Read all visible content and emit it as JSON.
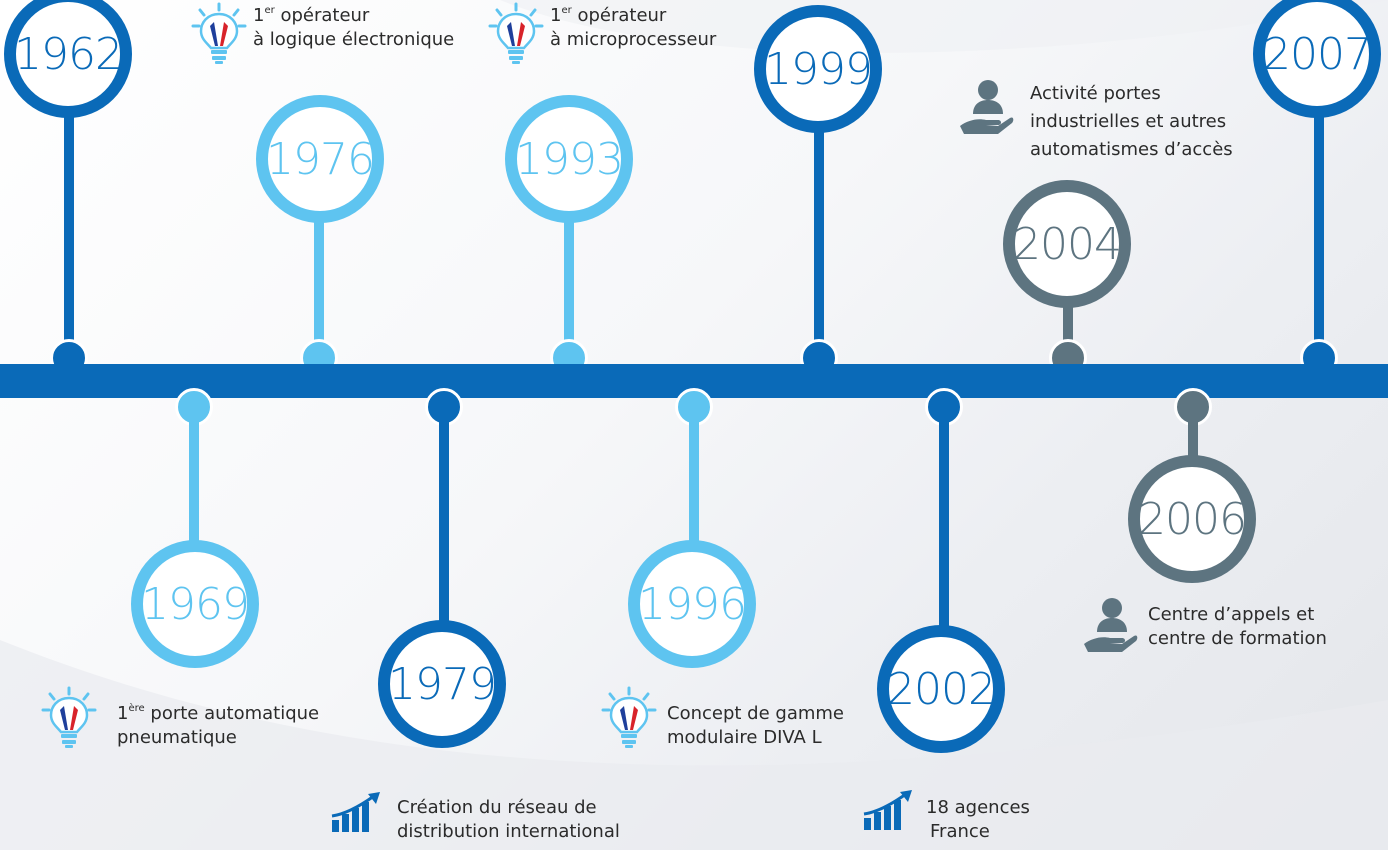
{
  "colors": {
    "dark_blue": "#0a6ab8",
    "light_blue": "#5ec4f0",
    "grey": "#5d7480",
    "text": "#2b2b2b"
  },
  "events": [
    {
      "year": "1962"
    },
    {
      "year": "1969",
      "icon": "lightbulb-icon",
      "sup": "ère",
      "text": "porte automatique",
      "text2": "pneumatique",
      "prefix": "1"
    },
    {
      "year": "1976",
      "icon": "lightbulb-icon",
      "prefix": "1",
      "sup": "er",
      "text": "opérateur",
      "text2": "à logique électronique"
    },
    {
      "year": "1979",
      "icon": "growth-chart-icon",
      "text": "Création du réseau de",
      "text2": "distribution international"
    },
    {
      "year": "1993",
      "icon": "lightbulb-icon",
      "prefix": "1",
      "sup": "er",
      "text": "opérateur",
      "text2": "à microprocesseur"
    },
    {
      "year": "1996",
      "icon": "lightbulb-icon",
      "text": "Concept de gamme",
      "text2": "modulaire DIVA L"
    },
    {
      "year": "1999"
    },
    {
      "year": "2002",
      "icon": "growth-chart-icon",
      "text": "18 agences",
      "text2": "France"
    },
    {
      "year": "2004",
      "icon": "hand-person-icon",
      "text": "Activité portes",
      "text2": "industrielles et autres",
      "text3": "automatismes d’accès"
    },
    {
      "year": "2006",
      "icon": "hand-person-icon",
      "text": "Centre d’appels et",
      "text2": "centre de formation"
    },
    {
      "year": "2007"
    }
  ]
}
